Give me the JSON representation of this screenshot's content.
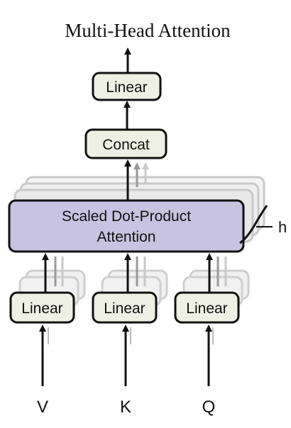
{
  "title": "Multi-Head Attention",
  "blocks": {
    "linear_top": "Linear",
    "concat": "Concat",
    "attention_line1": "Scaled Dot-Product",
    "attention_line2": "Attention",
    "linear_v": "Linear",
    "linear_k": "Linear",
    "linear_q": "Linear"
  },
  "inputs": {
    "v": "V",
    "k": "K",
    "q": "Q"
  },
  "head_count_label": "h",
  "colors": {
    "linear_fill": "#eef0e4",
    "attention_fill": "#c8c3e0",
    "stroke": "#111111",
    "stack_stroke": "#bdbdbd"
  }
}
